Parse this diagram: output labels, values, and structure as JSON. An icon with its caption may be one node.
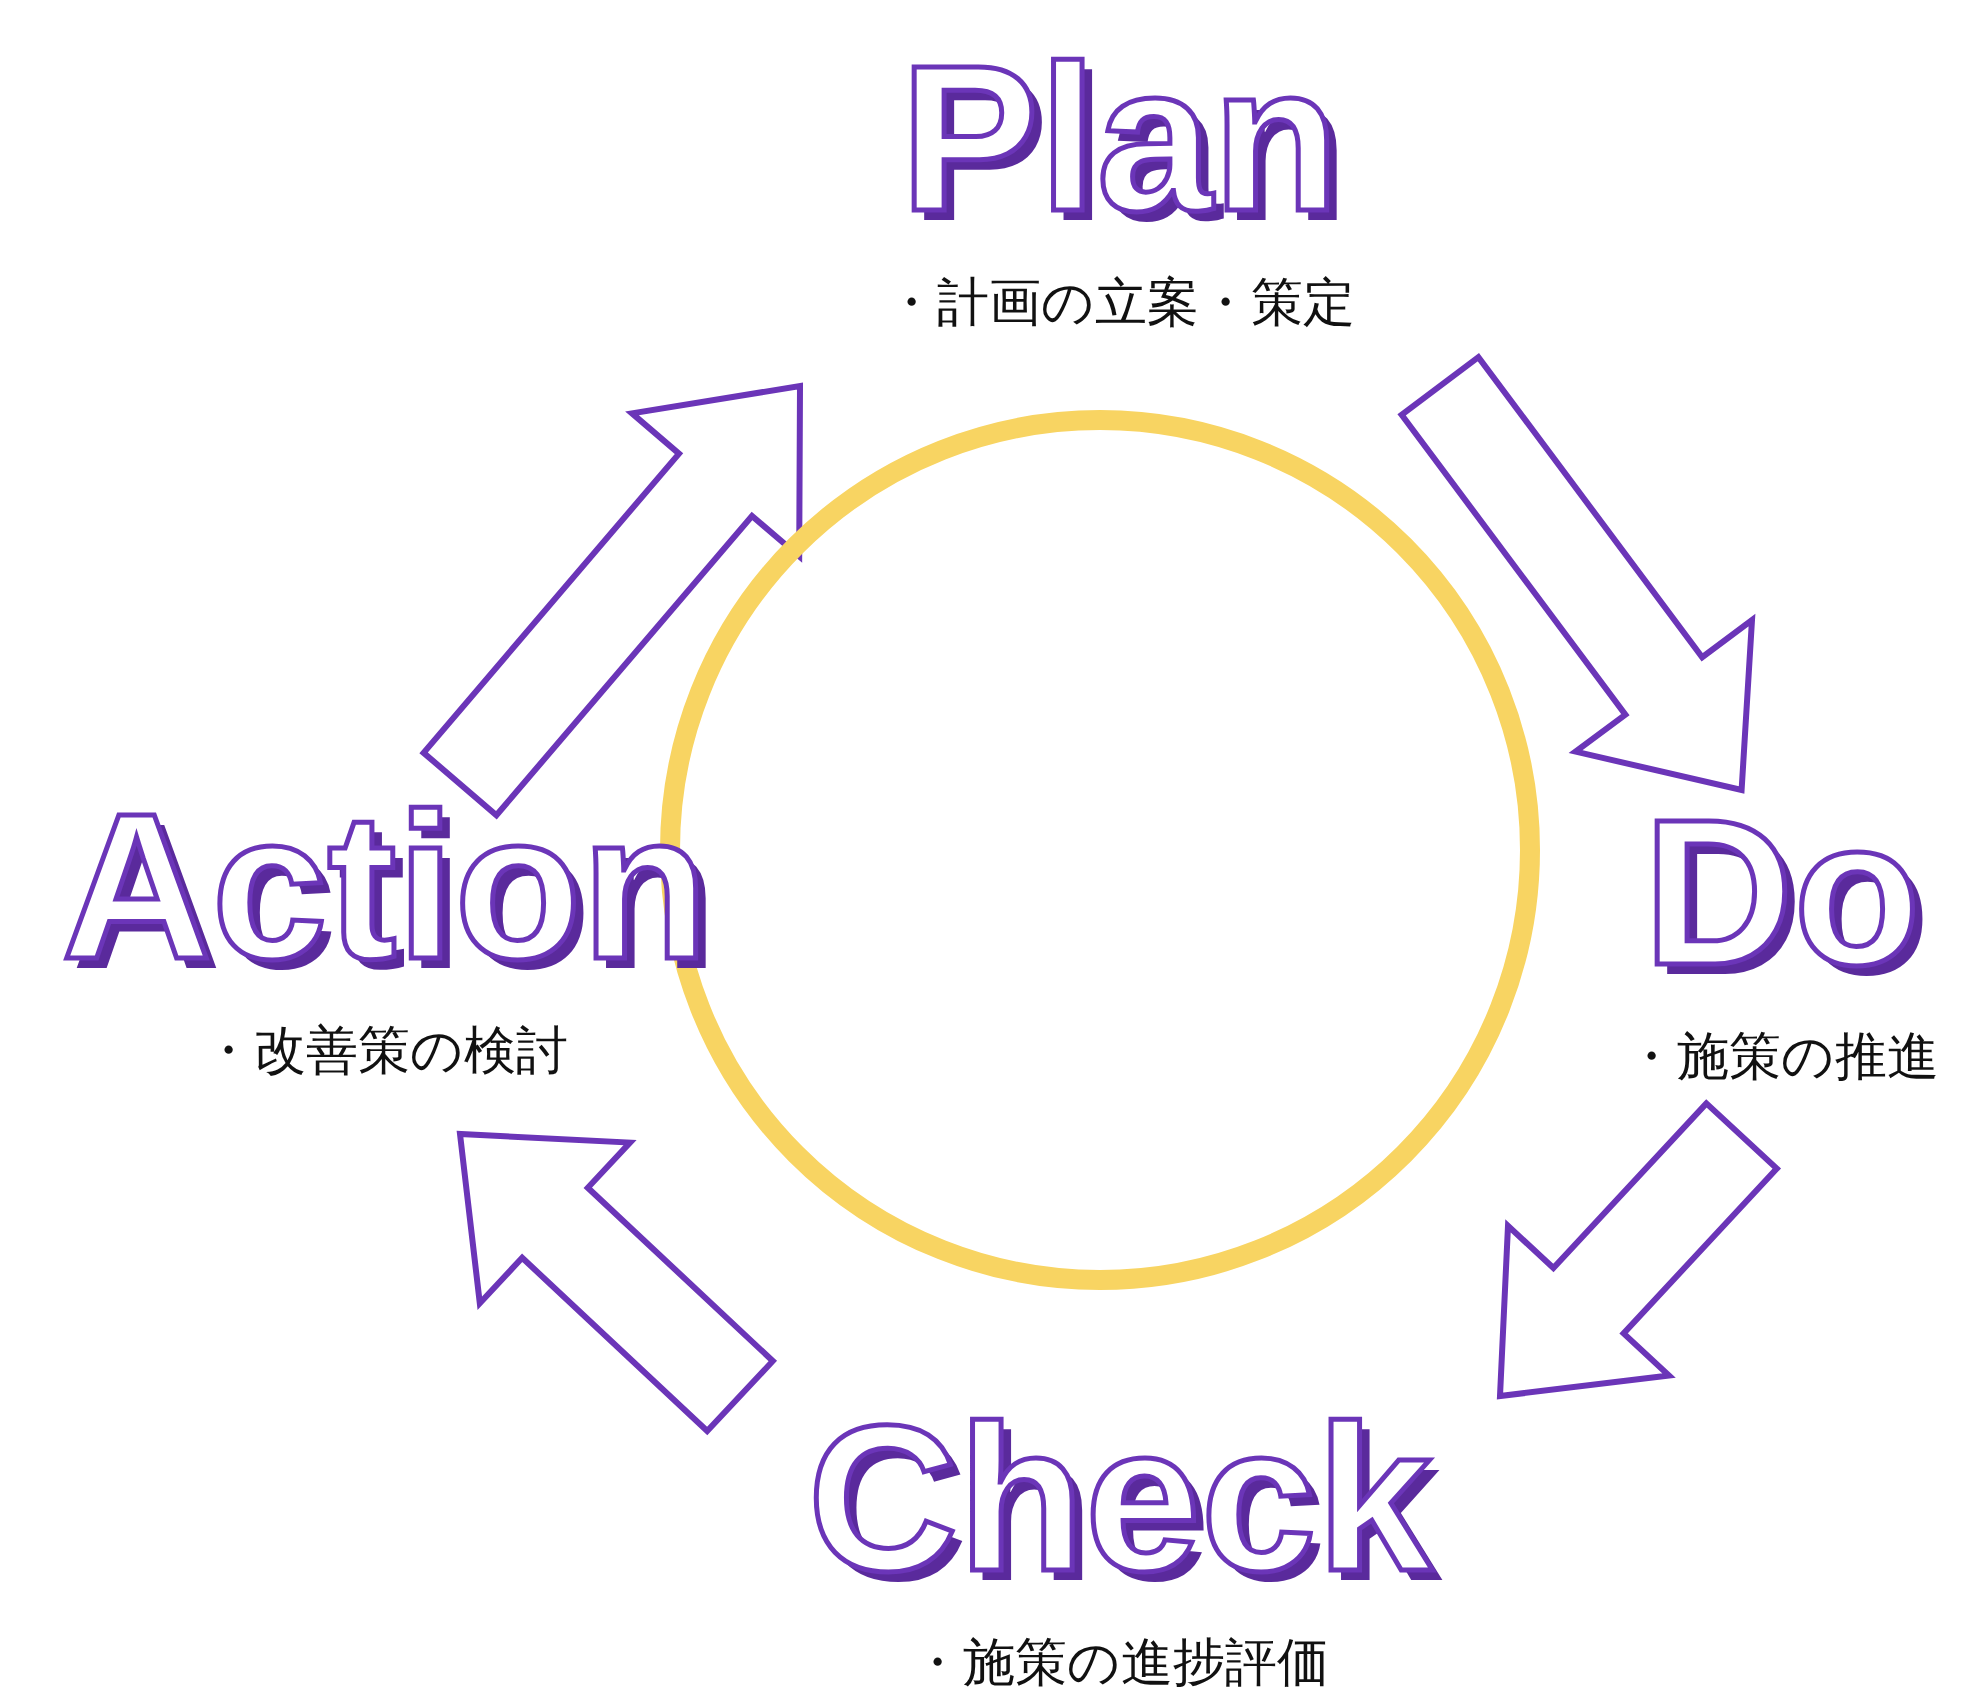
{
  "diagram": {
    "nodes": [
      {
        "text": [
          "Plan",
          "・計画の立案・策定"
        ]
      },
      {
        "text": [
          "Do",
          "・施策の推進"
        ]
      },
      {
        "text": [
          "Check",
          "・施策の進捗評価"
        ]
      },
      {
        "text": [
          "Action",
          "・改善策の検討"
        ]
      },
      {
        "text": [],
        "shape": "circle"
      }
    ],
    "edges": [
      {
        "from": 0,
        "to": 1,
        "arrow": "to"
      },
      {
        "from": 1,
        "to": 2,
        "arrow": "to"
      },
      {
        "from": 2,
        "to": 3,
        "arrow": "to"
      },
      {
        "from": 3,
        "to": 0,
        "arrow": "to"
      }
    ]
  }
}
